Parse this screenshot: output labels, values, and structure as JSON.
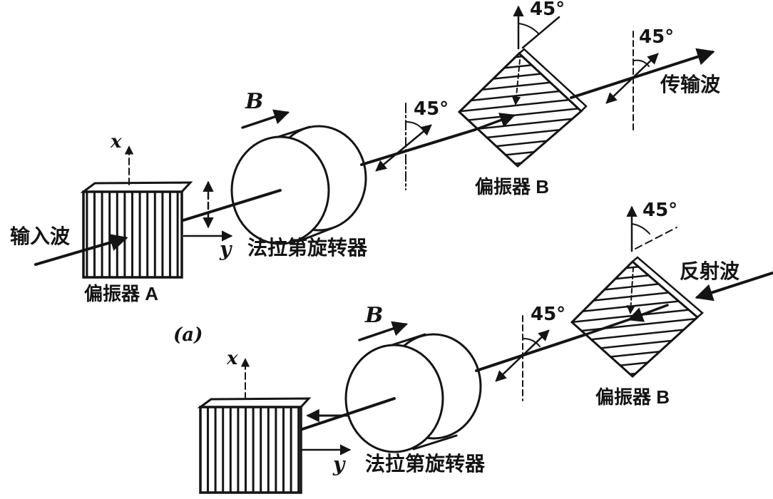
{
  "figure": {
    "panel_label": "(a)",
    "ink_color": "#141414",
    "background_color": "#ffffff"
  },
  "top": {
    "input_wave": "输入波",
    "polarizer_a": "偏振器 A",
    "axis_x": "x",
    "axis_y": "y",
    "field_b": "B",
    "rotator": "法拉第旋转器",
    "angle_mid": "45°",
    "angle_polarizer": "45°",
    "angle_out": "45°",
    "polarizer_b": "偏振器 B",
    "transmitted_wave": "传输波"
  },
  "bottom": {
    "axis_x": "x",
    "axis_y": "y",
    "field_b": "B",
    "rotator": "法拉第旋转器",
    "angle_mid": "45°",
    "angle_polarizer": "45°",
    "polarizer_b": "偏振器 B",
    "reflected_wave": "反射波"
  }
}
